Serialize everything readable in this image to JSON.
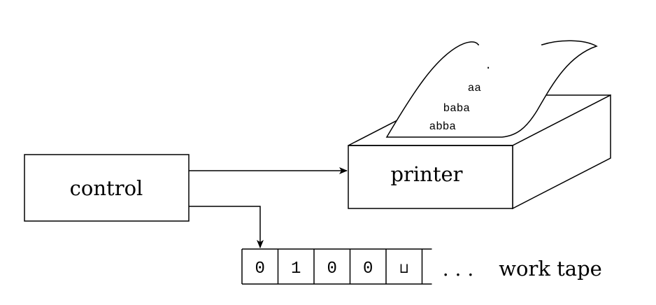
{
  "control": {
    "label": "control"
  },
  "printer": {
    "label": "printer",
    "output_lines": [
      ".",
      "aa",
      "baba",
      "abba"
    ]
  },
  "work_tape": {
    "cells": [
      "0",
      "1",
      "0",
      "0",
      "⊔"
    ],
    "ellipsis": ". . .",
    "label": "work tape"
  }
}
